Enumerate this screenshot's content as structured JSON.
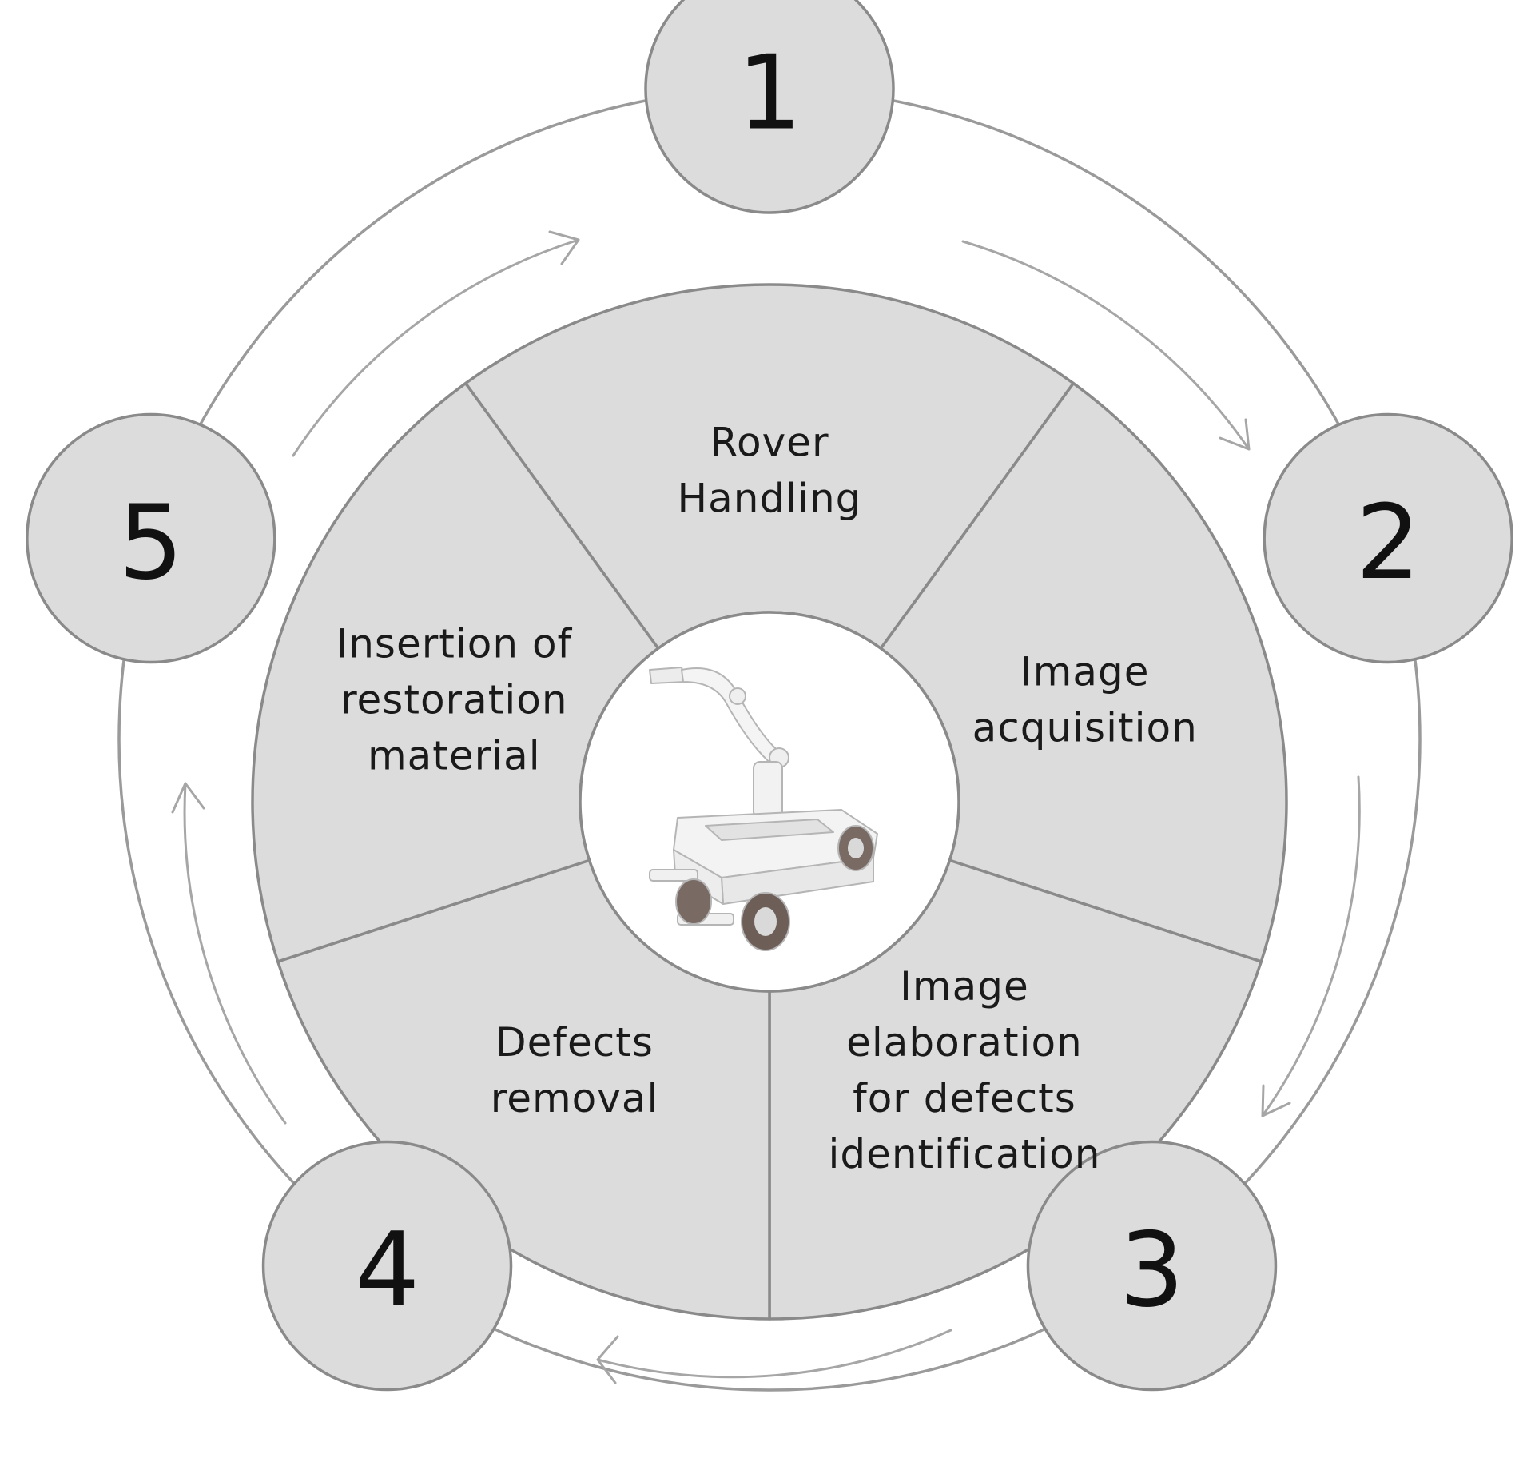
{
  "steps": [
    {
      "number": "1",
      "label_lines": [
        "Rover",
        "Handling"
      ]
    },
    {
      "number": "2",
      "label_lines": [
        "Image",
        "acquisition"
      ]
    },
    {
      "number": "3",
      "label_lines": [
        "Image",
        "elaboration",
        "for defects",
        "identification"
      ]
    },
    {
      "number": "4",
      "label_lines": [
        "Defects",
        "removal"
      ]
    },
    {
      "number": "5",
      "label_lines": [
        "Insertion of",
        "restoration",
        "material"
      ]
    }
  ],
  "center_image": {
    "icon": "rover-robot-arm-icon"
  },
  "colors": {
    "segment_fill": "#dcdcdc",
    "outline": "#8a8a8a",
    "ring": "#9a9a9a",
    "arrow": "#a6a6a6",
    "number_text": "#111111",
    "label_text": "#1a1a1a"
  }
}
